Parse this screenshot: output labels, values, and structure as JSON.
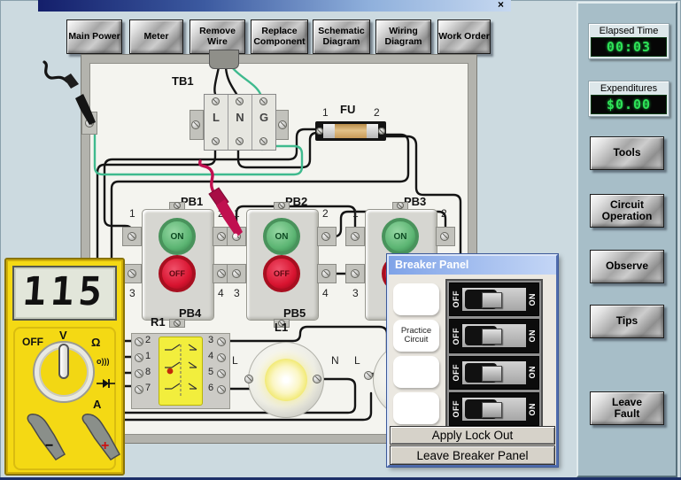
{
  "titlebar": {
    "close": "×"
  },
  "toolbar": {
    "buttons": [
      "Main Power",
      "Meter",
      "Remove Wire",
      "Replace Component",
      "Schematic Diagram",
      "Wiring Diagram",
      "Work Order"
    ]
  },
  "sidebar": {
    "elapsed_label": "Elapsed Time",
    "elapsed_value": "00:03",
    "expenditures_label": "Expenditures",
    "expenditures_value": "$0.00",
    "buttons": [
      "Tools",
      "Circuit Operation",
      "Observe",
      "Tips",
      "Leave Fault"
    ]
  },
  "board": {
    "tb1": {
      "label": "TB1",
      "t1": "L",
      "t2": "N",
      "t3": "G"
    },
    "fu": {
      "label": "FU",
      "pin1": "1",
      "pin2": "2"
    },
    "on_label": "ON",
    "off_label": "OFF",
    "pb": [
      {
        "top": "PB1",
        "bottom": "PB4",
        "p1": "1",
        "p2": "2",
        "p3": "3",
        "p4": "4"
      },
      {
        "top": "PB2",
        "bottom": "PB5",
        "p1": "1",
        "p2": "2",
        "p3": "3",
        "p4": "4"
      },
      {
        "top": "PB3",
        "bottom": "",
        "p1": "1",
        "p2": "2",
        "p3": "3",
        "p4": ""
      }
    ],
    "r1": {
      "label": "R1",
      "lp": [
        "2",
        "1",
        "8",
        "7"
      ],
      "rp": [
        "3",
        "4",
        "5",
        "6"
      ]
    },
    "l1": {
      "label": "L1",
      "left": "L",
      "right": "N"
    },
    "l2": {
      "left": "L"
    }
  },
  "meter": {
    "display": "115",
    "off": "OFF",
    "volts": "V",
    "ohms": "Ω",
    "continuity": "o)))",
    "amps": "A",
    "minus": "−",
    "plus": "+"
  },
  "breaker_panel": {
    "title": "Breaker Panel",
    "circuit_labels": [
      "",
      "Practice Circuit",
      "",
      ""
    ],
    "off": "OFF",
    "on": "ON",
    "apply_lockout": "Apply Lock Out",
    "leave": "Leave Breaker Panel"
  }
}
